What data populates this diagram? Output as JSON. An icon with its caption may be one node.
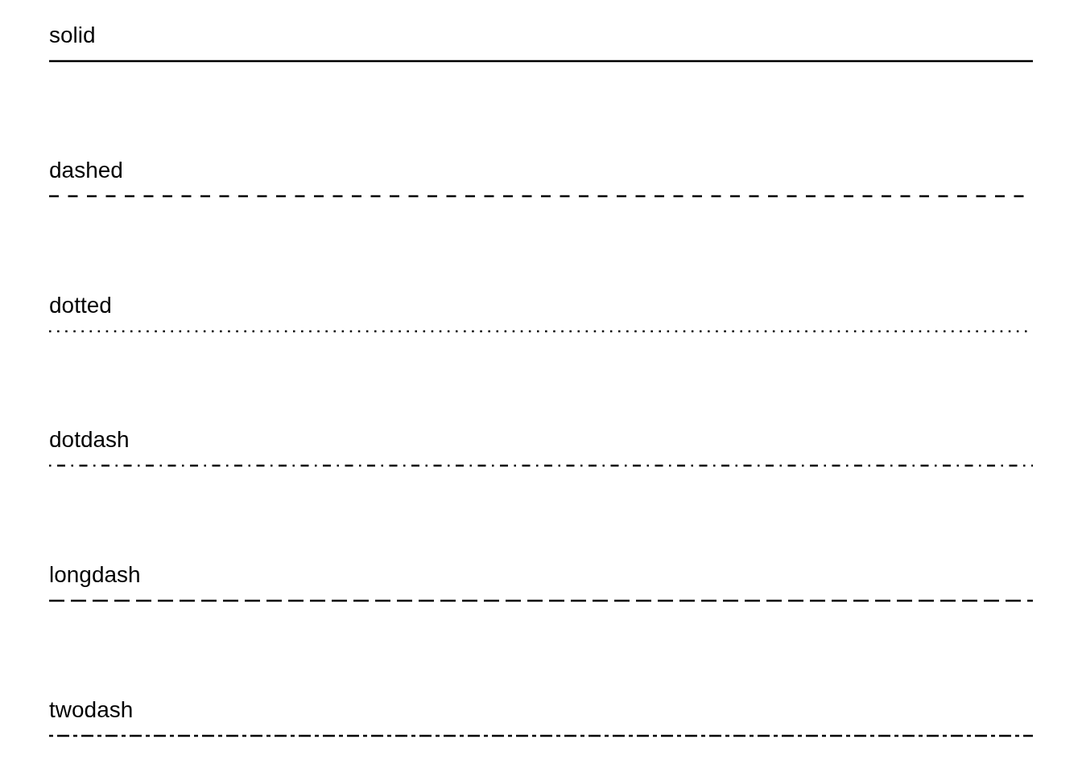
{
  "diagram": {
    "legend": [
      {
        "text": "solid"
      },
      {
        "text": "dashed"
      },
      {
        "text": "dotted"
      },
      {
        "text": "dotdash"
      },
      {
        "text": "longdash"
      },
      {
        "text": "twodash"
      }
    ]
  }
}
